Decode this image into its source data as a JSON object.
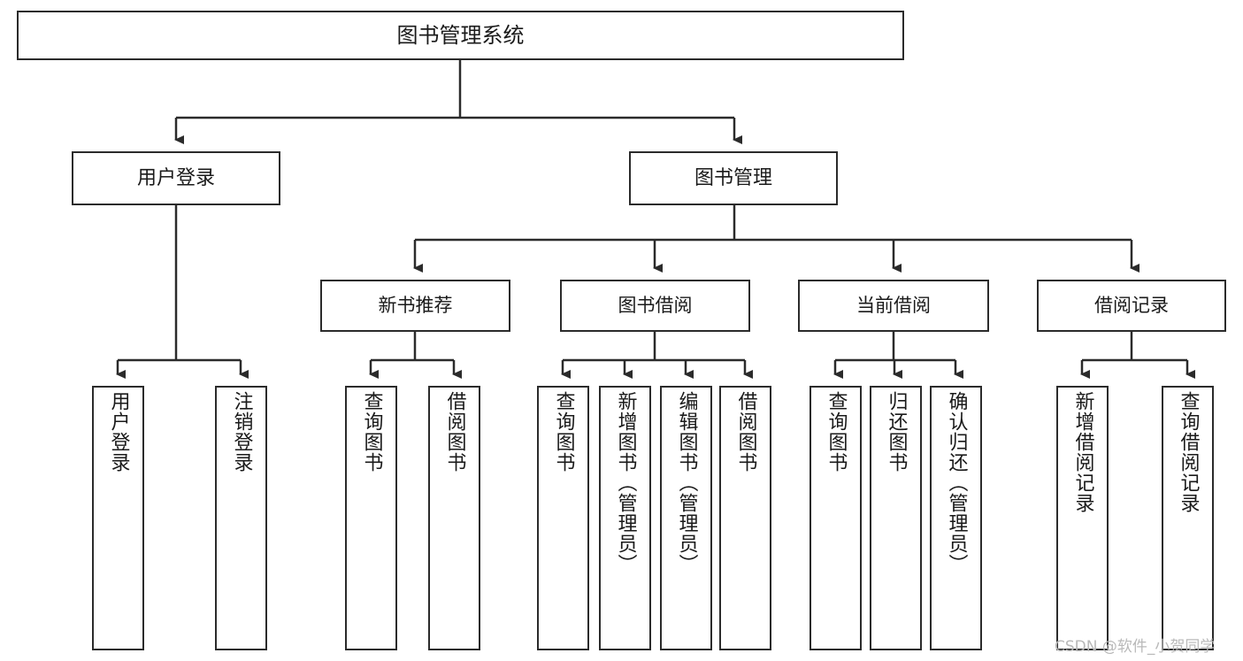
{
  "diagram": {
    "title": "图书管理系统",
    "type": "tree-hierarchy",
    "watermark": "CSDN @软件_小贺同学",
    "colors": {
      "stroke": "#2b2b2b",
      "fill": "#ffffff",
      "text": "#1a1a1a",
      "watermark": "#b9b9b9"
    },
    "nodes": {
      "root": {
        "label": "图书管理系统"
      },
      "level2": [
        {
          "id": "user-login",
          "label": "用户登录"
        },
        {
          "id": "book-manage",
          "label": "图书管理"
        }
      ],
      "level3": [
        {
          "id": "new-book-recommend",
          "label": "新书推荐"
        },
        {
          "id": "book-borrow",
          "label": "图书借阅"
        },
        {
          "id": "current-borrow",
          "label": "当前借阅"
        },
        {
          "id": "borrow-record",
          "label": "借阅记录"
        }
      ],
      "leaves": {
        "user-login": [
          {
            "id": "leaf-user-login",
            "label": "用户登录"
          },
          {
            "id": "leaf-logout",
            "label": "注销登录"
          }
        ],
        "new-book-recommend": [
          {
            "id": "leaf-query-book-1",
            "label": "查询图书"
          },
          {
            "id": "leaf-borrow-book-1",
            "label": "借阅图书"
          }
        ],
        "book-borrow": [
          {
            "id": "leaf-query-book-2",
            "label": "查询图书"
          },
          {
            "id": "leaf-add-book",
            "label": "新增图书（管理员）"
          },
          {
            "id": "leaf-edit-book",
            "label": "编辑图书（管理员）"
          },
          {
            "id": "leaf-borrow-book-2",
            "label": "借阅图书"
          }
        ],
        "current-borrow": [
          {
            "id": "leaf-query-book-3",
            "label": "查询图书"
          },
          {
            "id": "leaf-return-book",
            "label": "归还图书"
          },
          {
            "id": "leaf-confirm-return",
            "label": "确认归还（管理员）"
          }
        ],
        "borrow-record": [
          {
            "id": "leaf-add-record",
            "label": "新增借阅记录"
          },
          {
            "id": "leaf-query-record",
            "label": "查询借阅记录"
          }
        ]
      }
    }
  }
}
